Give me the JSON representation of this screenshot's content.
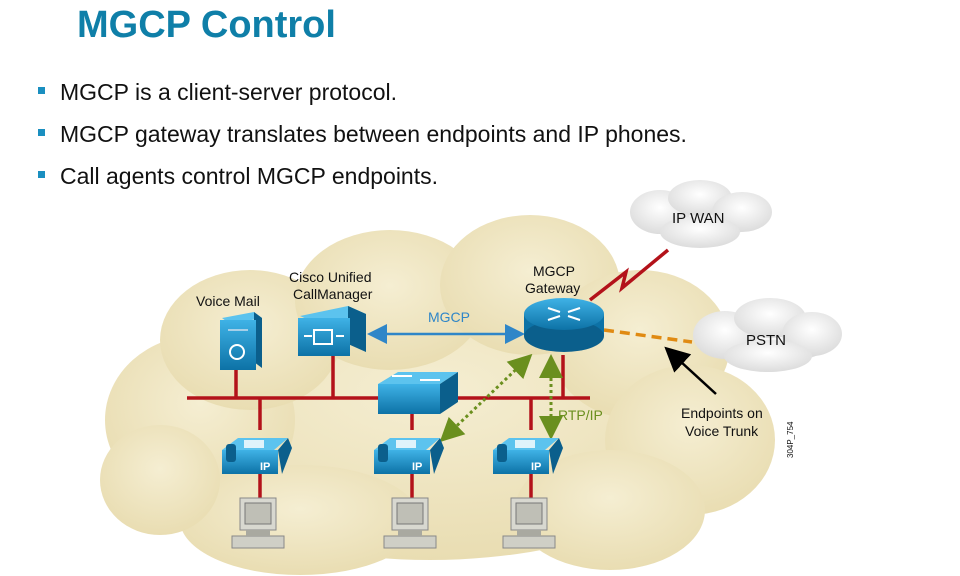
{
  "slide": {
    "title": "MGCP Control",
    "bullets": [
      "MGCP is a client-server protocol.",
      "MGCP gateway translates between endpoints and IP phones.",
      "Call agents control MGCP endpoints."
    ]
  },
  "diagram": {
    "ip_wan_label": "IP WAN",
    "pstn_label": "PSTN",
    "voice_mail_label": "Voice Mail",
    "callmanager_label_line1": "Cisco Unified",
    "callmanager_label_line2": "CallManager",
    "mgcp_gateway_label_line1": "MGCP",
    "mgcp_gateway_label_line2": "Gateway",
    "mgcp_link_label": "MGCP",
    "rtp_label": "RTP/IP",
    "endpoints_label_line1": "Endpoints on",
    "endpoints_label_line2": "Voice Trunk",
    "phone_badge": "IP",
    "figure_code": "304P_754",
    "colors": {
      "title": "#0f7fa8",
      "bullet": "#1a8fc0",
      "cloud": "#efe6c4",
      "lan": "#b3121a",
      "device": "#1593cf",
      "mgcp_link": "#2f86c8",
      "rtp": "#6a8f1e",
      "pstn_link": "#e08a12"
    }
  }
}
